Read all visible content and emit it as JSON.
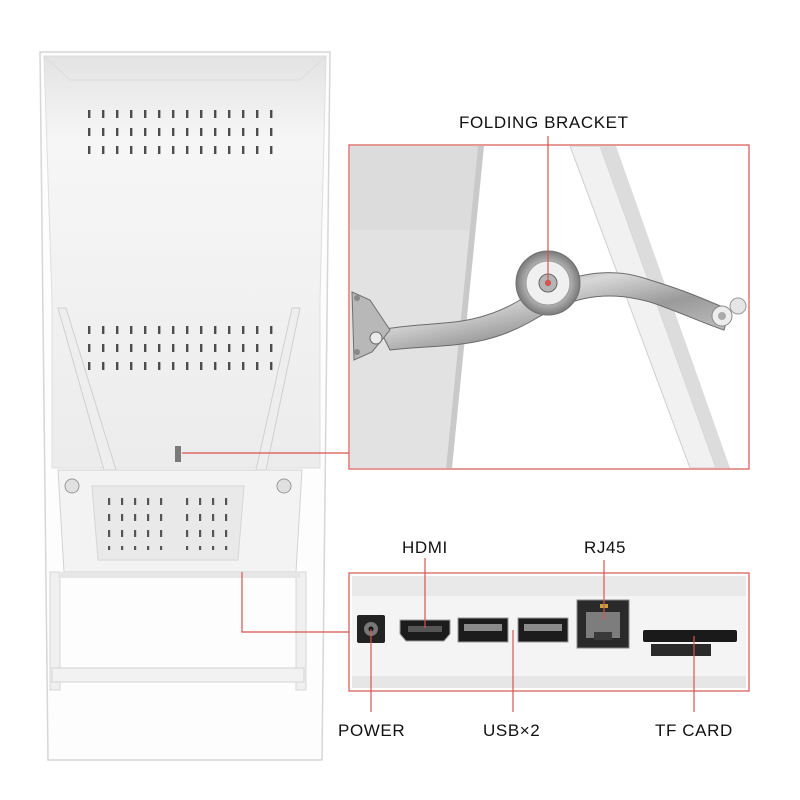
{
  "labels": {
    "folding_bracket": "FOLDING BRACKET",
    "hdmi": "HDMI",
    "rj45": "RJ45",
    "power": "POWER",
    "usb": "USB×2",
    "tf_card": "TF CARD"
  },
  "colors": {
    "callout_line": "#d9534f",
    "device_body": "#f4f4f4",
    "port_black": "#1a1a1a"
  }
}
